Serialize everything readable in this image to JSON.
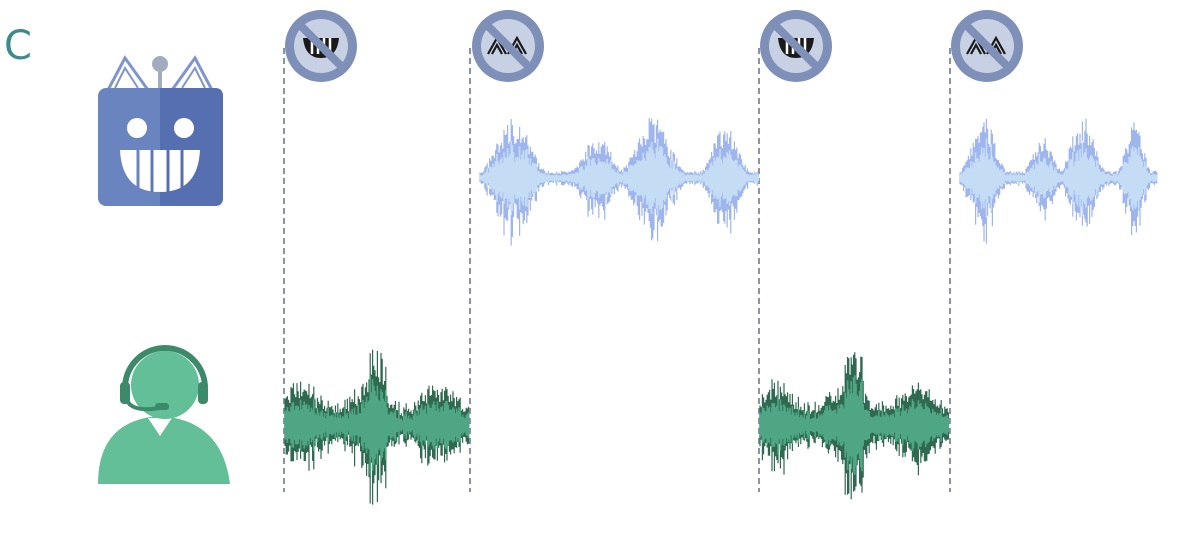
{
  "panel_label": "C",
  "colors": {
    "robot_body": "#6a84c0",
    "robot_body_dark": "#566fb0",
    "robot_ears": "#7f96cc",
    "robot_antenna": "#a3acbf",
    "robot_wave_light": "#c5dcf5",
    "robot_wave_dark": "#9fb5ee",
    "human_green": "#62bf98",
    "human_headset": "#3d8a6a",
    "human_wave_light": "#4ea684",
    "human_wave_dark": "#2f6a50",
    "divider": "#8a93a8",
    "no_badge_fill": "#7e90b8",
    "no_badge_inner": "#c8d0e4"
  },
  "icons": {
    "robot": "robot-cat-icon",
    "human": "agent-headset-icon",
    "prohibit_teeth": "no-teeth-icon",
    "prohibit_wave": "no-wave-icon"
  },
  "segments": [
    {
      "speaker": "human",
      "badge": "no-teeth-icon"
    },
    {
      "speaker": "robot",
      "badge": "no-wave-icon"
    },
    {
      "speaker": "human",
      "badge": "no-teeth-icon"
    },
    {
      "speaker": "robot",
      "badge": "no-wave-icon"
    }
  ]
}
